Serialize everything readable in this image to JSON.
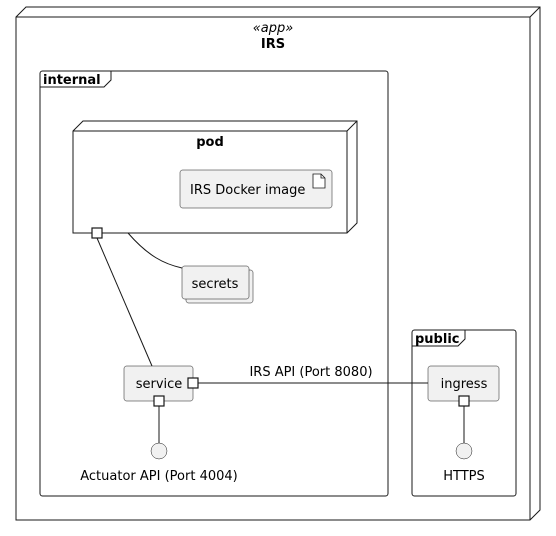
{
  "app": {
    "stereotype": "«app»",
    "name": "IRS"
  },
  "packages": {
    "internal": "internal",
    "public": "public"
  },
  "nodes": {
    "pod": "pod",
    "artifact": "IRS Docker image",
    "secrets": "secrets",
    "service": "service",
    "ingress": "ingress"
  },
  "interfaces": {
    "actuator": "Actuator API (Port 4004)",
    "https": "HTTPS"
  },
  "links": {
    "irs_api": "IRS API (Port 8080)"
  },
  "colors": {
    "fill": "#f1f1f1",
    "stroke": "#181818",
    "background": "#ffffff"
  }
}
